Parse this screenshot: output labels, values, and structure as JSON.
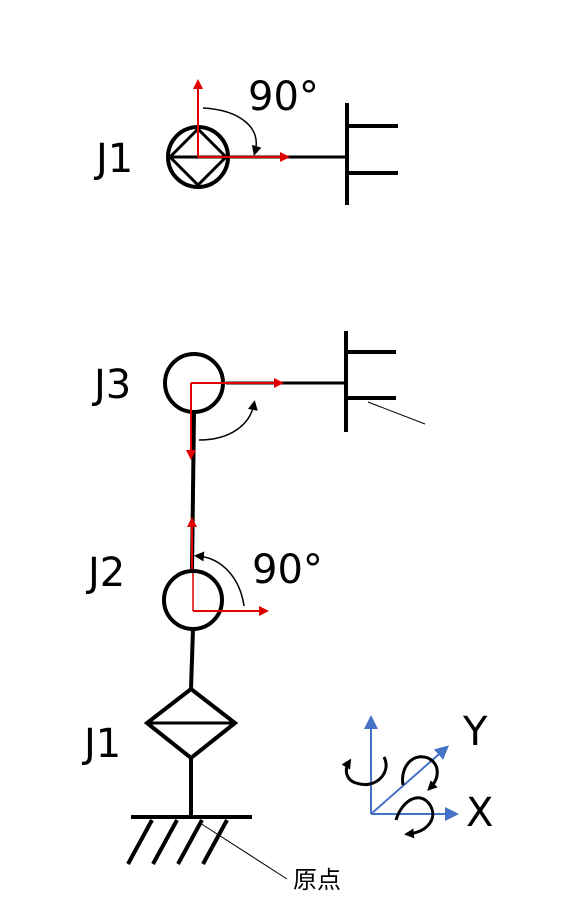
{
  "labels": {
    "j1_top": "J1",
    "angle_top": "90°",
    "j3": "J3",
    "j2": "J2",
    "angle_mid": "90°",
    "j1_bottom": "J1",
    "axis_y": "Y",
    "axis_x": "X",
    "origin": "原点"
  },
  "colors": {
    "link": "#000000",
    "frame_arrow": "#e00000",
    "frame_line": "#e00000",
    "axis_blue": "#4472c4"
  }
}
